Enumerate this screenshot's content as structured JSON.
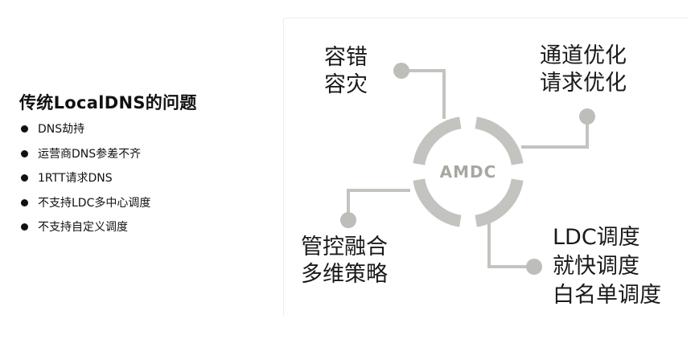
{
  "left_panel": {
    "title": "传统LocalDNS的问题",
    "issues": [
      "DNS劫持",
      "运营商DNS参差不齐",
      "1RTT请求DNS",
      "不支持LDC多中心调度",
      "不支持自定义调度"
    ]
  },
  "diagram": {
    "center_label": "AMDC",
    "nodes": {
      "top_left": [
        "容错",
        "容灾"
      ],
      "top_right": [
        "通道优化",
        "请求优化"
      ],
      "bottom_left": [
        "管控融合",
        "多维策略"
      ],
      "bottom_right": [
        "LDC调度",
        "就快调度",
        "白名单调度"
      ]
    },
    "colors": {
      "ring": "#c3c3bf",
      "connector": "#c3c3bf",
      "node_dot": "#bdbdb9",
      "center_text": "#a7a7a2"
    }
  }
}
